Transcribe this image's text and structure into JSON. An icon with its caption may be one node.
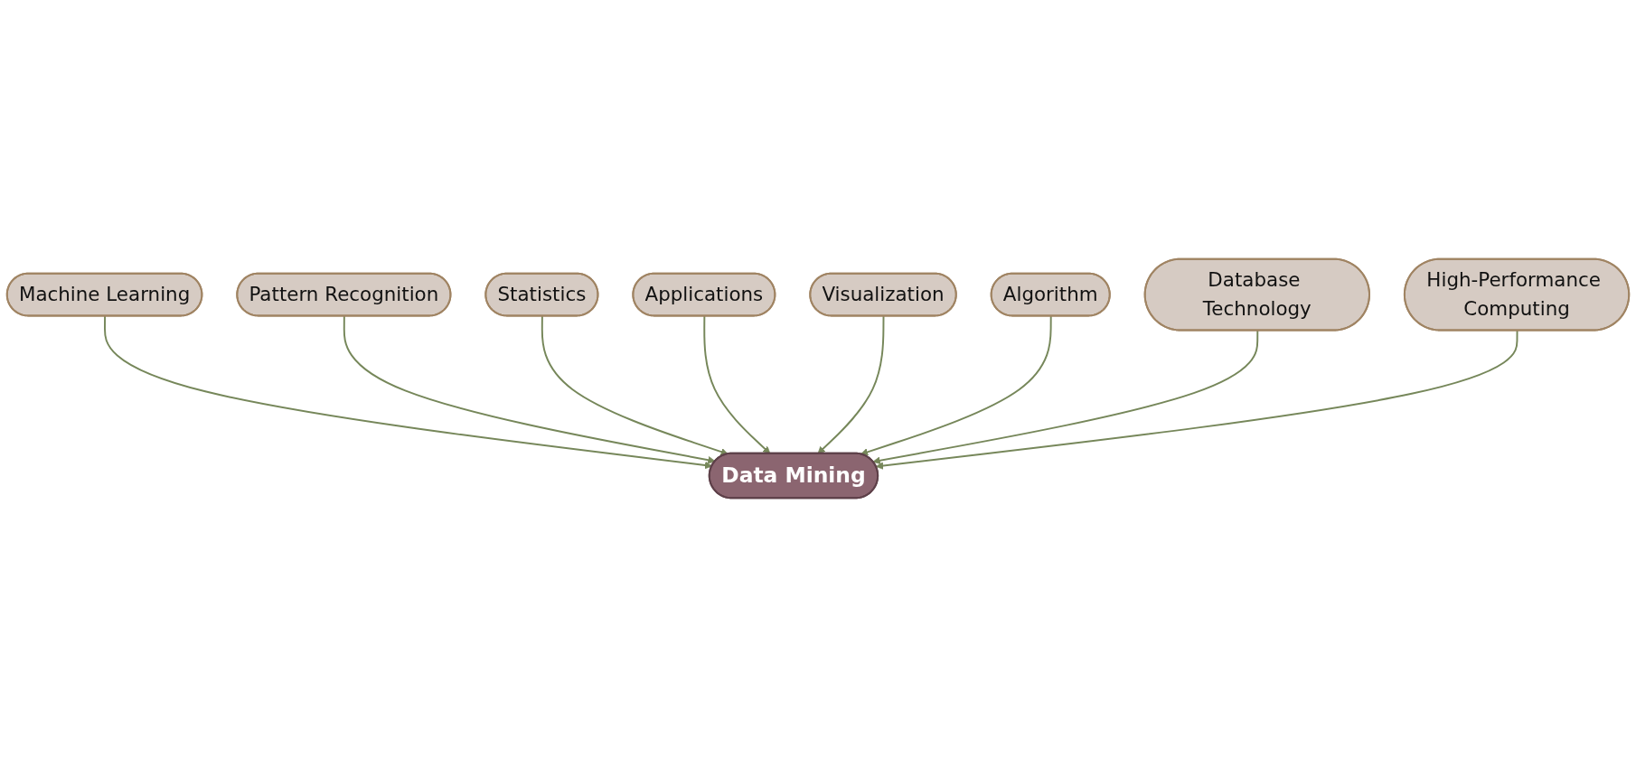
{
  "diagram": {
    "nodes": [
      {
        "text": [
          "Machine Learning"
        ]
      },
      {
        "text": [
          "Pattern Recognition"
        ]
      },
      {
        "text": [
          "Statistics"
        ]
      },
      {
        "text": [
          "Applications"
        ]
      },
      {
        "text": [
          "Data Mining"
        ]
      },
      {
        "text": [
          "Visualization"
        ]
      },
      {
        "text": [
          "Algorithm"
        ]
      },
      {
        "text": [
          "Database Technology"
        ]
      },
      {
        "text": [
          "High-Performance Computing"
        ]
      }
    ],
    "edges": [
      {
        "from": 0,
        "to": 4,
        "arrow": "to"
      },
      {
        "from": 1,
        "to": 4,
        "arrow": "to"
      },
      {
        "from": 2,
        "to": 4,
        "arrow": "to"
      },
      {
        "from": 3,
        "to": 4,
        "arrow": "to"
      },
      {
        "from": 5,
        "to": 4,
        "arrow": "to"
      },
      {
        "from": 6,
        "to": 4,
        "arrow": "to"
      },
      {
        "from": 7,
        "to": 4,
        "arrow": "to"
      },
      {
        "from": 8,
        "to": 4,
        "arrow": "to"
      }
    ]
  }
}
